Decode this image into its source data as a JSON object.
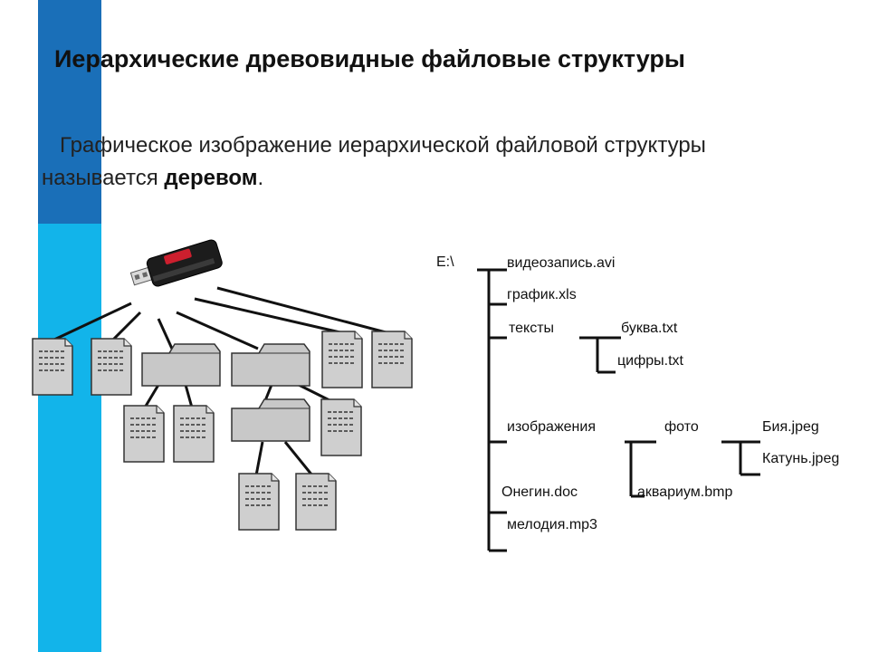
{
  "slide": {
    "title": "Иерархические древовидные файловые структуры",
    "text_before": "Графическое изображение иерархической файловой структуры называется ",
    "text_bold": "деревом",
    "text_after": "."
  },
  "colors": {
    "bar_dark": "#1a6fb8",
    "bar_light": "#12b4ea"
  },
  "icons": [
    "usb-flash-drive-icon",
    "folder-icon",
    "document-icon"
  ],
  "tree": {
    "root": "E:\\",
    "video": "видеозапись.avi",
    "chart": "график.xls",
    "texts": "тексты",
    "letter": "буква.txt",
    "digits": "цифры.txt",
    "images": "изображения",
    "photo": "фото",
    "biya": "Бия.jpeg",
    "katun": "Катунь.jpeg",
    "onegin": "Онегин.doc",
    "aquarium": "аквариум.bmp",
    "melody": "мелодия.mp3"
  }
}
